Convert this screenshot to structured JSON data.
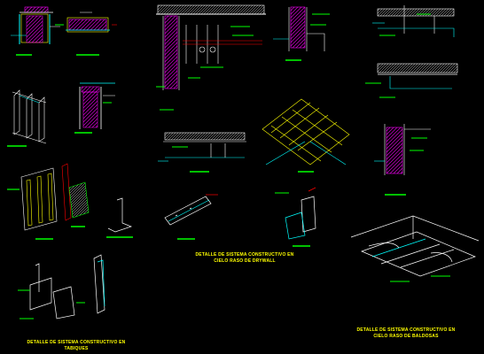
{
  "captions": {
    "partition": {
      "line1": "DETALLE DE SISTEMA CONSTRUCTIVO EN",
      "line2": "TABIQUES"
    },
    "drywall_ceiling": {
      "line1": "DETALLE DE SISTEMA CONSTRUCTIVO EN",
      "line2": "CIELO RASO DE DRYWALL"
    },
    "tile_ceiling": {
      "line1": "DETALLE DE SISTEMA CONSTRUCTIVO EN",
      "line2": "CIELO RASO DE BALDOSAS"
    }
  },
  "colors": {
    "background": "#000000",
    "label_text": "#ffff00",
    "label_underline": "#00ff00",
    "outline": "#ffffff",
    "insulation": "#ff00ff",
    "profile": "#00ffff",
    "accent": "#ff0000",
    "grid": "#ffff00"
  }
}
